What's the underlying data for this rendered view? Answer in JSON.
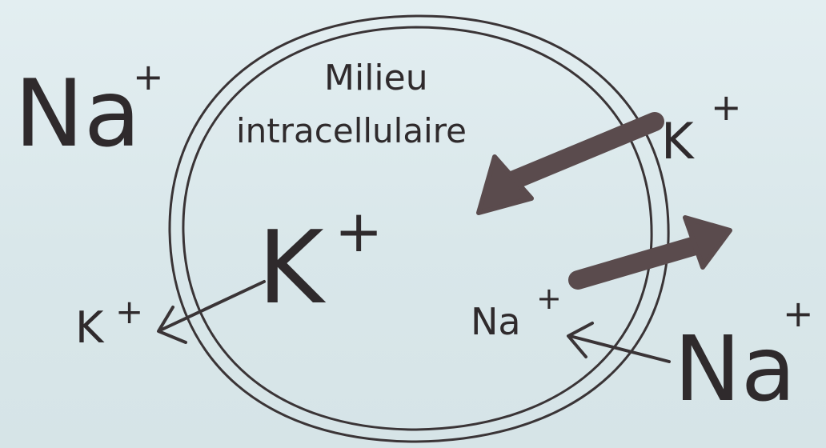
{
  "diagram": {
    "compartment_label_line1": "Milieu",
    "compartment_label_line2": "intracellulaire",
    "outside_na_topleft": {
      "symbol": "Na",
      "charge": "+"
    },
    "inside_k": {
      "symbol": "K",
      "charge": "+"
    },
    "k_pumped_in": {
      "symbol": "K",
      "charge": "+"
    },
    "k_leaking_out": {
      "symbol": "K",
      "charge": "+"
    },
    "na_inside": {
      "symbol": "Na",
      "charge": "+"
    },
    "outside_na_bottomright": {
      "symbol": "Na",
      "charge": "+"
    },
    "colors": {
      "background": "#dde9ec",
      "ink": "#3a3436",
      "pump_arrow": "#5a4b4d"
    }
  }
}
